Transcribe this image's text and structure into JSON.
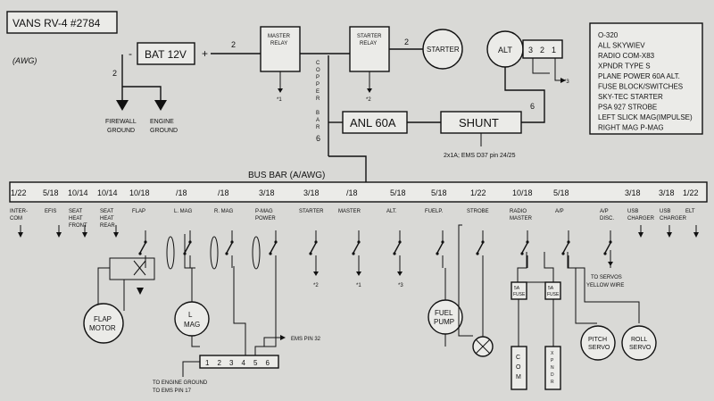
{
  "title": "VANS RV-4 #2784",
  "awg_note": "(AWG)",
  "battery": {
    "label": "BAT 12V",
    "minus": "-",
    "plus": "+"
  },
  "wire_gauges": {
    "bat_to_relay": "2",
    "bat_to_ground": "2",
    "relay_to_starter": "2",
    "shunt_to_alt": "6",
    "bar_to_bus": "6"
  },
  "master_relay": [
    "MASTER",
    "RELAY"
  ],
  "starter_relay": [
    "STARTER",
    "RELAY"
  ],
  "starter": "STARTER",
  "alternator": {
    "label": "ALT",
    "terminals": [
      "3",
      "2",
      "1"
    ]
  },
  "copper_bar": [
    "C",
    "O",
    "P",
    "P",
    "E",
    "R",
    "",
    "B",
    "A",
    "R"
  ],
  "anl": "ANL 60A",
  "shunt": "SHUNT",
  "shunt_note": "2x1A; EMS D37 pin 24/25",
  "ground_labels": {
    "firewall": [
      "FIREWALL",
      "GROUND"
    ],
    "engine": [
      "ENGINE",
      "GROUND"
    ]
  },
  "refs": {
    "r1": "*1",
    "r2": "*2",
    "r3": "*3"
  },
  "spec_list": [
    "O-320",
    "ALL SKYWIEV",
    "RADIO COM-X83",
    "XPNDR TYPE S",
    "PLANE POWER 60A ALT.",
    "FUSE BLOCK/SWITCHES",
    "SKY-TEC STARTER",
    "PSA 927 STROBE",
    "LEFT SLICK MAG(IMPULSE)",
    "RIGHT MAG P-MAG"
  ],
  "bus_bar_label": "BUS BAR (A/AWG)",
  "bus_ratings": [
    "1/22",
    "5/18",
    "10/14",
    "10/14",
    "10/18",
    "/18",
    "/18",
    "3/18",
    "3/18",
    "/18",
    "5/18",
    "5/18",
    "1/22",
    "10/18",
    "5/18",
    "3/18",
    "3/18",
    "1/22"
  ],
  "circuits": [
    [
      "INTER-",
      "COM"
    ],
    [
      "EFIS"
    ],
    [
      "SEAT",
      "HEAT",
      "FRONT"
    ],
    [
      "SEAT",
      "HEAT",
      "REAR"
    ],
    [
      "FLAP"
    ],
    [
      "L. MAG"
    ],
    [
      "R. MAG"
    ],
    [
      "P-MAG",
      "POWER"
    ],
    [
      "STARTER"
    ],
    [
      "MASTER"
    ],
    [
      "ALT."
    ],
    [
      "FUELP."
    ],
    [
      "STROBE"
    ],
    [
      "RADIO",
      "MASTER"
    ],
    [
      "A/P"
    ],
    [
      "A/P",
      "DISC."
    ],
    [
      "USB",
      "CHARGER"
    ],
    [
      "USB",
      "CHARGER"
    ],
    [
      "ELT"
    ]
  ],
  "switch_refs": [
    "*2",
    "*1",
    "*3"
  ],
  "flap_motor": [
    "FLAP",
    "MOTOR"
  ],
  "l_mag": [
    "L",
    "MAG"
  ],
  "fuel_pump": [
    "FUEL",
    "PUMP"
  ],
  "fuse_label": [
    "5A",
    "FUSE"
  ],
  "com_box": [
    "C",
    "O",
    "M"
  ],
  "xpndr_box": [
    "X",
    "P",
    "N",
    "D",
    "R"
  ],
  "pitch_servo": [
    "PITCH",
    "SERVO"
  ],
  "roll_servo": [
    "ROLL",
    "SERVO"
  ],
  "servo_note": [
    "TO SERVOS",
    "YELLOW WIRE"
  ],
  "pins": [
    "1",
    "2",
    "3",
    "4",
    "5",
    "6"
  ],
  "ems_pin32": "EMS PIN 32",
  "engine_ground_note": [
    "TO ENGINE GROUND",
    "TO EMS PIN 17"
  ]
}
